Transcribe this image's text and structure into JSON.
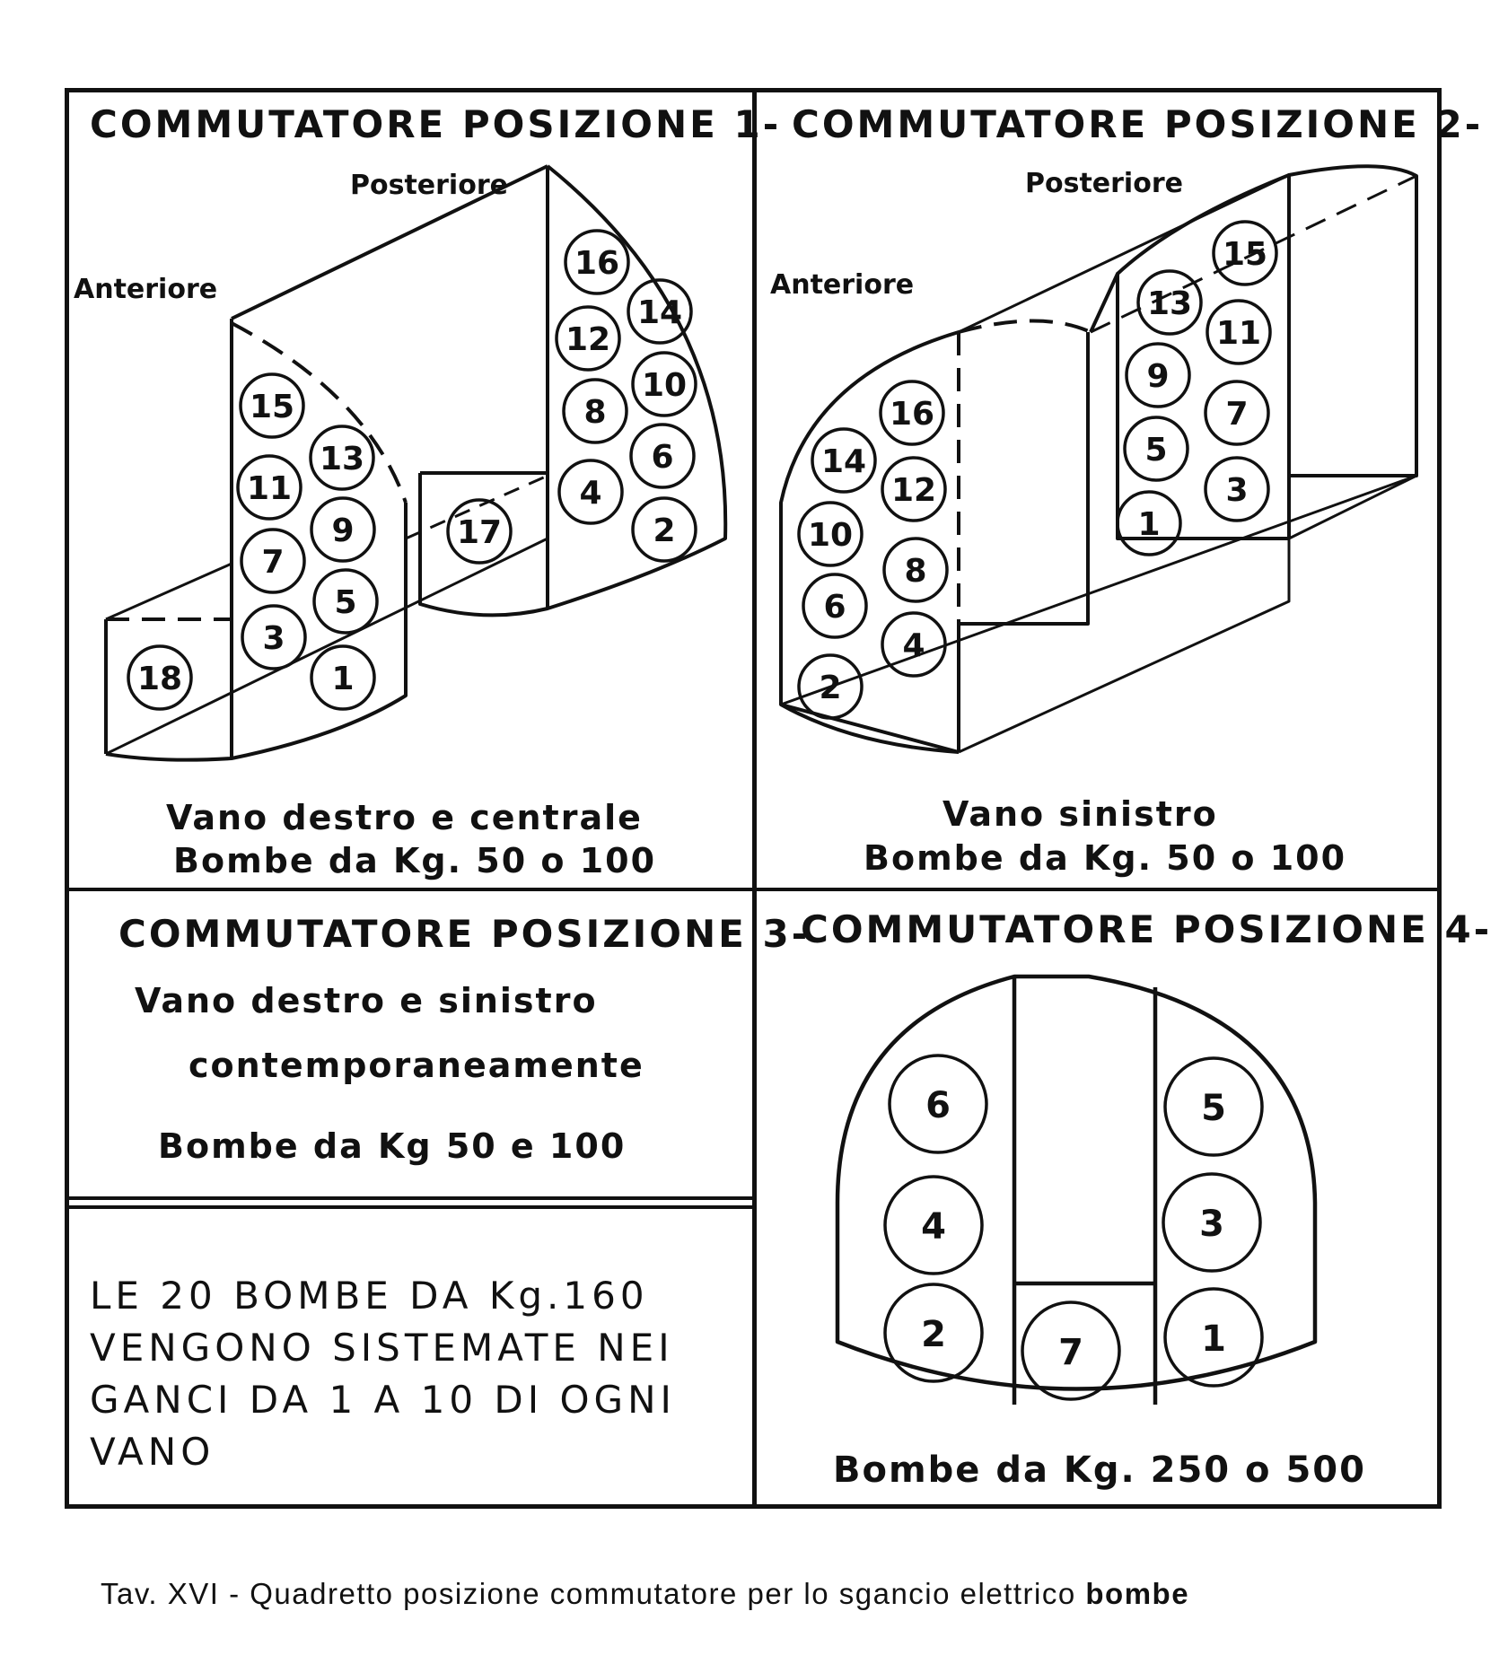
{
  "panel1": {
    "title": "COMMUTATORE POSIZIONE 1-",
    "label_rear": "Posteriore",
    "label_front": "Anteriore",
    "caption_line1": "Vano  destro e centrale",
    "caption_line2": "Bombe da Kg. 50 o 100",
    "circles": [
      "1",
      "2",
      "3",
      "4",
      "5",
      "6",
      "7",
      "8",
      "9",
      "10",
      "11",
      "12",
      "13",
      "14",
      "15",
      "16",
      "17",
      "18"
    ]
  },
  "panel2": {
    "title": "COMMUTATORE POSIZIONE 2-",
    "label_rear": "Posteriore",
    "label_front": "Anteriore",
    "caption_line1": "Vano  sinistro",
    "caption_line2": "Bombe da Kg. 50 o 100",
    "circles": [
      "1",
      "2",
      "3",
      "4",
      "5",
      "6",
      "7",
      "8",
      "9",
      "10",
      "11",
      "12",
      "13",
      "14",
      "15",
      "16"
    ]
  },
  "panel3": {
    "title": "COMMUTATORE POSIZIONE 3-",
    "line1": "Vano  destro e sinistro",
    "line2": "contemporaneamente",
    "line3": "Bombe da Kg 50 e 100"
  },
  "panel4": {
    "title": "COMMUTATORE POSIZIONE 4-",
    "caption": "Bombe da Kg. 250 o 500",
    "circles": [
      "1",
      "2",
      "3",
      "4",
      "5",
      "6",
      "7"
    ]
  },
  "note": {
    "line1": "LE 20  BOMBE DA  Kg.160",
    "line2": "VENGONO SISTEMATE NEI",
    "line3": "GANCI DA 1 A 10 DI OGNI",
    "line4": "VANO"
  },
  "caption": {
    "text": "Tav. XVI - Quadretto posizione commutatore per lo sgancio elettrico ",
    "bold": "bombe"
  }
}
